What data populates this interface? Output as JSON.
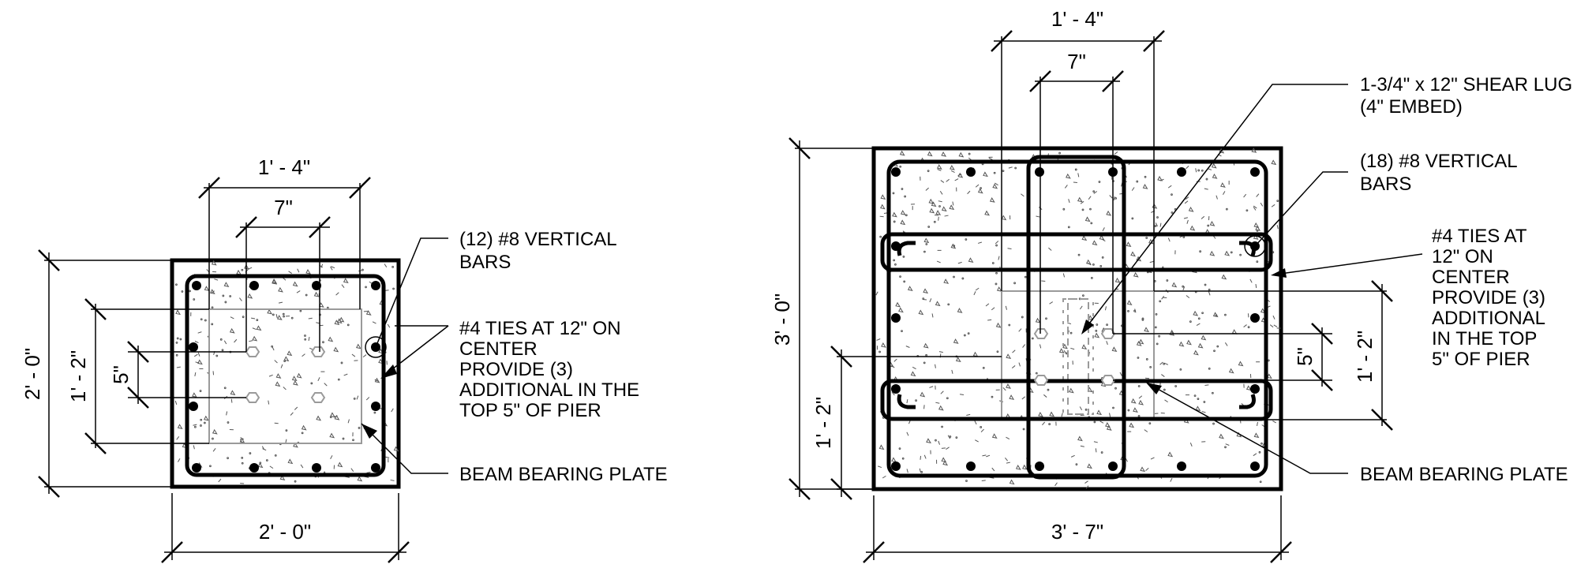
{
  "left_detail": {
    "dim_top_outer": "1' - 4\"",
    "dim_top_inner": "7\"",
    "dim_left_outer": "2' - 0\"",
    "dim_left_mid": "1' - 2\"",
    "dim_left_inner": "5\"",
    "dim_bottom": "2' - 0\"",
    "callout_bars": [
      "(12) #8 VERTICAL",
      "BARS"
    ],
    "callout_ties": [
      "#4 TIES AT 12\" ON",
      "CENTER",
      "PROVIDE (3)",
      "ADDITIONAL IN THE",
      "TOP 5\" OF PIER"
    ],
    "callout_plate": "BEAM BEARING PLATE"
  },
  "right_detail": {
    "dim_top_outer": "1' - 4\"",
    "dim_top_inner": "7\"",
    "dim_left_outer": "3' - 0\"",
    "dim_left_inner": "1' - 2\"",
    "dim_right_outer": "1' - 2\"",
    "dim_right_inner": "5\"",
    "dim_bottom": "3' - 7\"",
    "callout_lug": [
      "1-3/4\" x 12\" SHEAR LUG",
      "(4\" EMBED)"
    ],
    "callout_bars": [
      "(18) #8 VERTICAL",
      "BARS"
    ],
    "callout_ties": [
      "#4 TIES AT",
      "12\" ON",
      "CENTER",
      "PROVIDE (3)",
      "ADDITIONAL",
      "IN THE TOP",
      "5\" OF PIER"
    ],
    "callout_plate": "BEAM BEARING PLATE"
  }
}
